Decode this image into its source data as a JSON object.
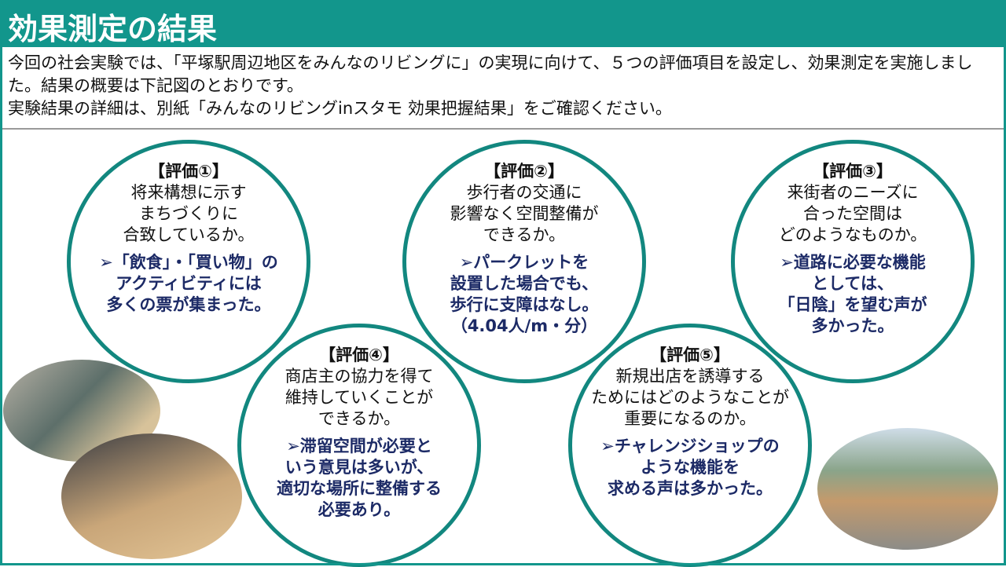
{
  "title": "効果測定の結果",
  "intro": [
    "今回の社会実験では、「平塚駅周辺地区をみんなのリビングに」の実現に向けて、５つの評価項目を設定し、効果測定を実施しました。結果の概要は下記図のとおりです。",
    "実験結果の詳細は、別紙「みんなのリビングinスタモ 効果把握結果」をご確認ください。"
  ],
  "evaluations": [
    {
      "heading": "【評価①】",
      "question": [
        "将来構想に示す",
        "まちづくりに",
        "合致しているか。"
      ],
      "finding": [
        "➢「飲食」・「買い物」の",
        "アクティビティには",
        "多くの票が集まった。"
      ]
    },
    {
      "heading": "【評価②】",
      "question": [
        "歩行者の交通に",
        "影響なく空間整備が",
        "できるか。"
      ],
      "finding": [
        "➢パークレットを",
        "設置した場合でも、",
        "歩行に支障はなし。",
        "（4.04人/m・分）"
      ]
    },
    {
      "heading": "【評価③】",
      "question": [
        "来街者のニーズに",
        "合った空間は",
        "どのようなものか。"
      ],
      "finding": [
        "➢道路に必要な機能",
        "としては、",
        "「日陰」を望む声が",
        "多かった。"
      ]
    },
    {
      "heading": "【評価④】",
      "question": [
        "商店主の協力を得て",
        "維持していくことが",
        "できるか。"
      ],
      "finding": [
        "➢滞留空間が必要と",
        "いう意見は多いが、",
        "適切な場所に整備する",
        "必要あり。"
      ]
    },
    {
      "heading": "【評価⑤】",
      "question": [
        "新規出店を誘導する",
        "ためにはどのようなことが",
        "重要になるのか。"
      ],
      "finding": [
        "➢チャレンジショップの",
        "ような機能を",
        "求める声は多かった。"
      ]
    }
  ]
}
